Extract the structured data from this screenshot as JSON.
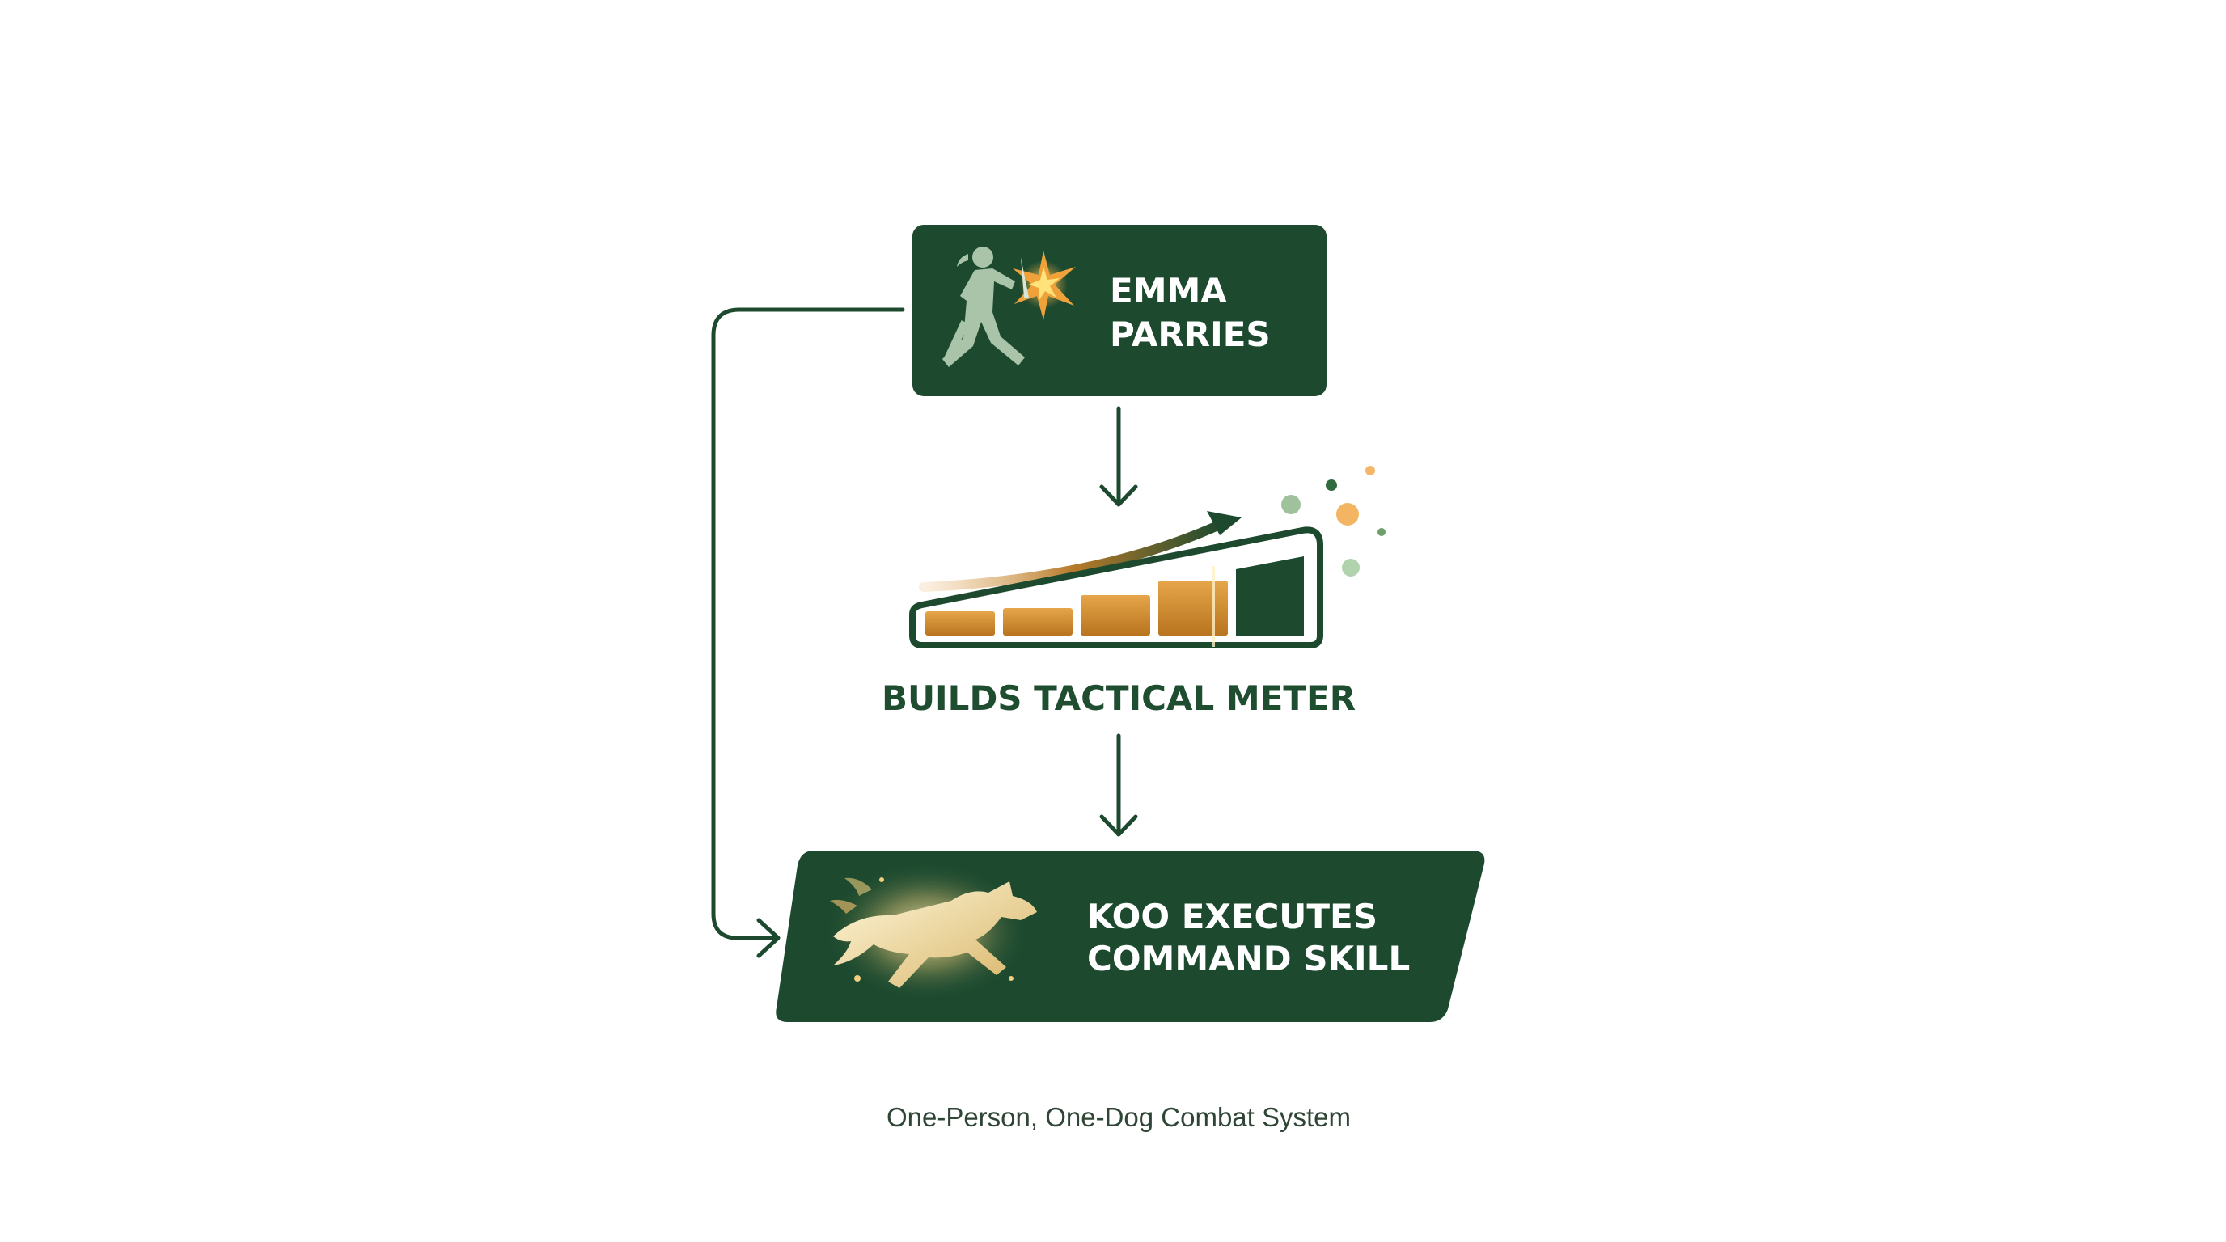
{
  "diagram": {
    "nodes": {
      "parry": {
        "line1": "EMMA",
        "line2": "PARRIES",
        "icon": "parrying-fighter-icon"
      },
      "meter": {
        "label": "BUILDS TACTICAL METER",
        "icon": "tactical-meter-icon",
        "segments_total": 5,
        "segments_filled": 4
      },
      "skill": {
        "line1": "KOO EXECUTES",
        "line2": "COMMAND SKILL",
        "icon": "leaping-dog-icon"
      }
    },
    "edges": [
      {
        "from": "parry",
        "to": "meter"
      },
      {
        "from": "meter",
        "to": "skill"
      },
      {
        "from": "parry",
        "to": "skill"
      }
    ],
    "caption": "One-Person, One-Dog Combat System"
  },
  "colors": {
    "dark_green": "#1d4a2f",
    "gold": "#d6952f",
    "light_gold": "#f3d89a",
    "orange": "#f0a23a",
    "white": "#ffffff"
  }
}
